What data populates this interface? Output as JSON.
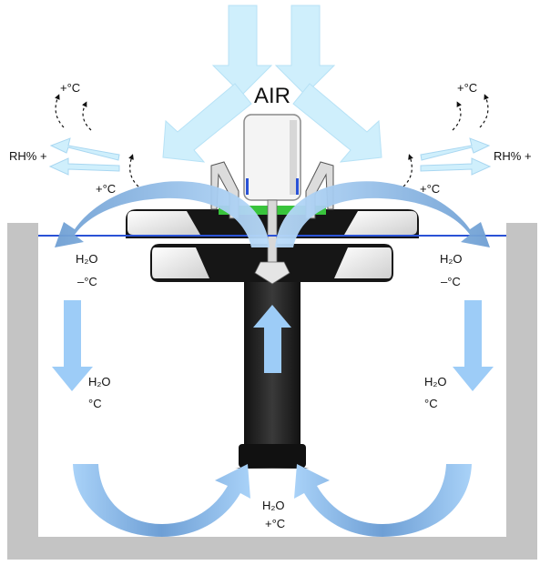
{
  "labels": {
    "air": "AIR",
    "rh_left": "RH% +",
    "rh_right": "RH% +",
    "temp_top_left_1": "+°C",
    "temp_top_left_2": "+°C",
    "temp_top_right_1": "+°C",
    "temp_top_right_2": "+°C",
    "h2o_left_upper": "H₂O",
    "minus_c_left": "–°C",
    "h2o_right_upper": "H₂O",
    "minus_c_right": "–°C",
    "h2o_left_lower": "H₂O",
    "c_left_lower": "°C",
    "h2o_right_lower": "H₂O",
    "c_right_lower": "°C",
    "h2o_bottom": "H₂O",
    "plus_c_bottom": "+°C"
  },
  "colors": {
    "tank_wall": "#c4c4c4",
    "water_line": "#2a52d6",
    "air_arrow": "#cfeffc",
    "flow_arrow_light": "#9dccf7",
    "flow_arrow_dark": "#5f94cd",
    "device_body": "#141414",
    "green_seal": "#39c43c"
  }
}
